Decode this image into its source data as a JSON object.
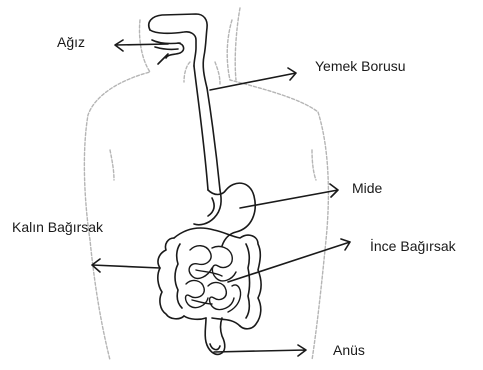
{
  "labels": {
    "mouth": "Ağız",
    "esophagus": "Yemek Borusu",
    "stomach": "Mide",
    "large_intestine": "Kalın Bağırsak",
    "small_intestine": "İnce Bağırsak",
    "anus": "Anüs"
  },
  "colors": {
    "ink": "#1a1a1a",
    "body_outline": "#b0b0b0",
    "background": "#ffffff"
  }
}
